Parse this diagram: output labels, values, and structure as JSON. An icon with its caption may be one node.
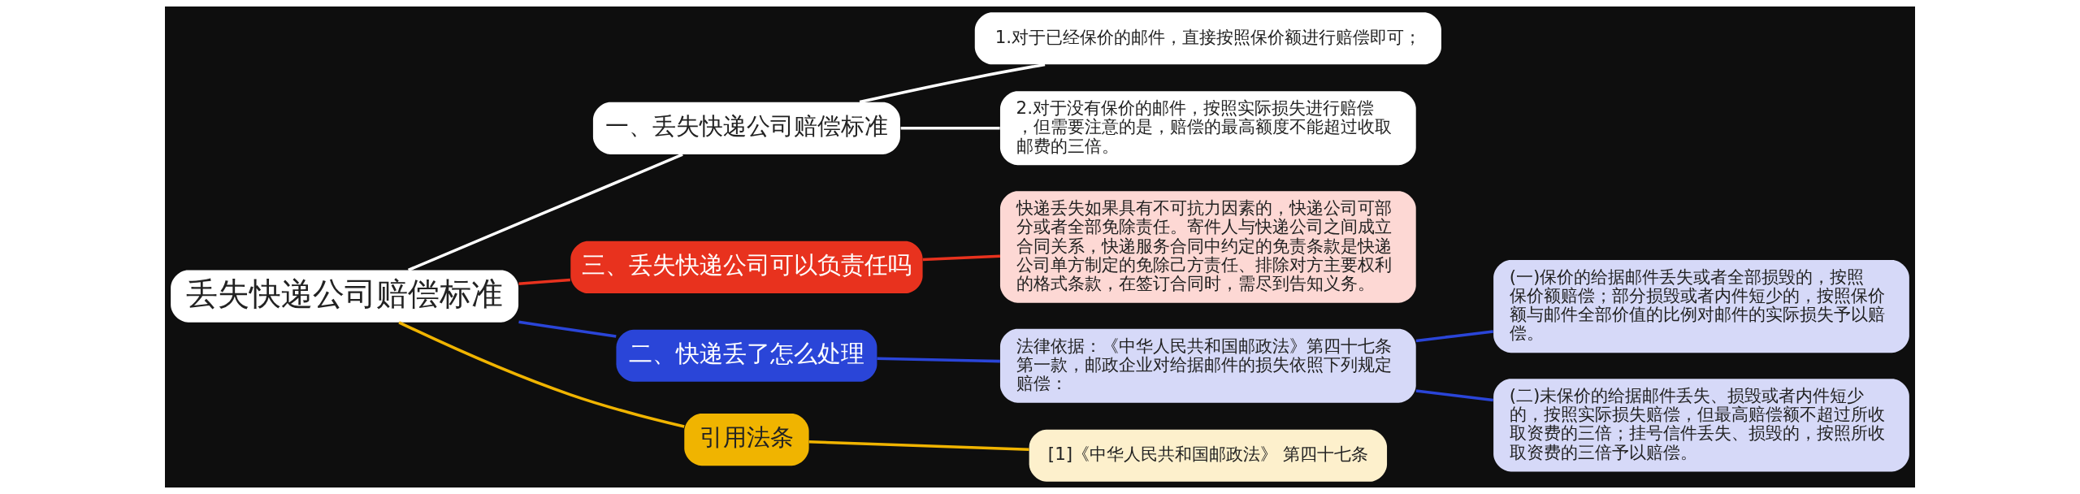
{
  "diagram": {
    "nodes": [
      {
        "text": [
          "丢失快递公司赔偿标准"
        ]
      },
      {
        "text": [
          "一、丢失快递公司赔偿标准"
        ]
      },
      {
        "text": [
          "1.对于已经保价的邮件，直接按照保价额进行赔偿即可；"
        ]
      },
      {
        "text": [
          "2.对于没有保价的邮件，按照实际损失进行赔偿，但需要注意的是，赔偿的最高额度不能超过收取邮费的三倍。"
        ]
      },
      {
        "text": [
          "三、丢失快递公司可以负责任吗"
        ]
      },
      {
        "text": [
          "快递丢失如果具有不可抗力因素的，快递公司可部分或者全部免除责任。寄件人与快递公司之间成立合同关系，快递服务合同中约定的免责条款是快递公司单方制定的免除己方责任、排除对方主要权利的格式条款，在签订合同时，需尽到告知义务。"
        ]
      },
      {
        "text": [
          "二、快递丢了怎么处理"
        ]
      },
      {
        "text": [
          "法律依据：《中华人民共和国邮政法》第四十七条第一款，邮政企业对给据邮件的损失依照下列规定赔偿："
        ]
      },
      {
        "text": [
          "(一)保价的给据邮件丢失或者全部损毁的，按照保价额赔偿；部分损毁或者内件短少的，按照保价额与邮件全部价值的比例对邮件的实际损失予以赔偿。"
        ]
      },
      {
        "text": [
          "(二)未保价的给据邮件丢失、损毁或者内件短少的，按照实际损失赔偿，但最高赔偿额不超过所收取资费的三倍；挂号信件丢失、损毁的，按照所收取资费的三倍予以赔偿。"
        ]
      },
      {
        "text": [
          "引用法条"
        ]
      },
      {
        "text": [
          "[1]《中华人民共和国邮政法》 第四十七条"
        ]
      }
    ],
    "edges": [
      {
        "from": 0,
        "to": 1,
        "arrow": "none",
        "color": "#ffffff"
      },
      {
        "from": 1,
        "to": 2,
        "arrow": "none",
        "color": "#ffffff"
      },
      {
        "from": 1,
        "to": 3,
        "arrow": "none",
        "color": "#ffffff"
      },
      {
        "from": 0,
        "to": 4,
        "arrow": "none",
        "color": "#e8321e"
      },
      {
        "from": 4,
        "to": 5,
        "arrow": "none",
        "color": "#e8321e"
      },
      {
        "from": 0,
        "to": 6,
        "arrow": "none",
        "color": "#2a45d8"
      },
      {
        "from": 6,
        "to": 7,
        "arrow": "none",
        "color": "#2a45d8"
      },
      {
        "from": 7,
        "to": 8,
        "arrow": "none",
        "color": "#2a45d8"
      },
      {
        "from": 7,
        "to": 9,
        "arrow": "none",
        "color": "#2a45d8"
      },
      {
        "from": 0,
        "to": 10,
        "arrow": "none",
        "color": "#f0b400"
      },
      {
        "from": 10,
        "to": 11,
        "arrow": "none",
        "color": "#f0b400"
      }
    ]
  }
}
